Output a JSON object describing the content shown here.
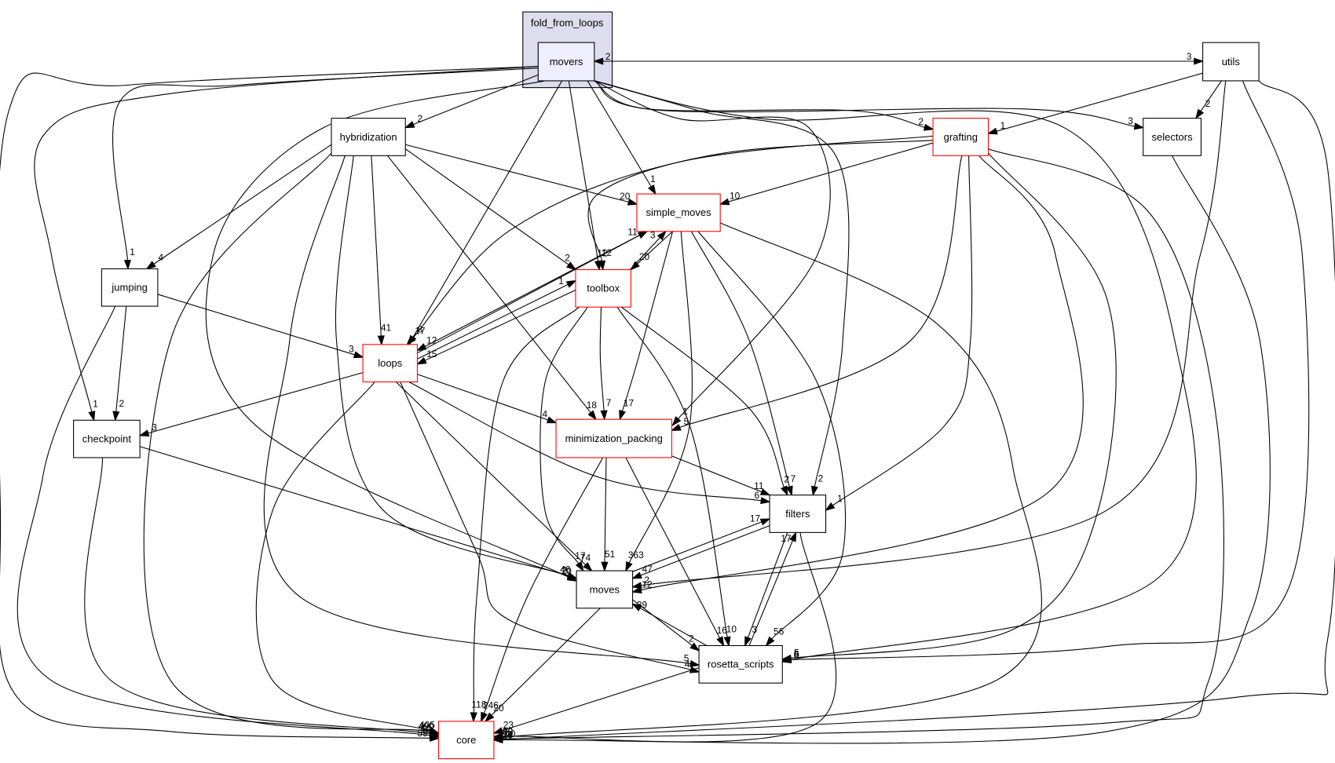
{
  "title": "fold_from_loops",
  "colors": {
    "cluster_fill": "#ddddee",
    "focus_fill": "#eeeeff",
    "red_border": "#ff0000",
    "black": "#000000"
  },
  "cluster": {
    "label": "fold_from_loops"
  },
  "nodes": {
    "movers": {
      "label": "movers",
      "border": "black",
      "focus": true
    },
    "utils": {
      "label": "utils",
      "border": "black"
    },
    "hybridization": {
      "label": "hybridization",
      "border": "black"
    },
    "grafting": {
      "label": "grafting",
      "border": "red"
    },
    "selectors": {
      "label": "selectors",
      "border": "black"
    },
    "simple_moves": {
      "label": "simple_moves",
      "border": "red"
    },
    "jumping": {
      "label": "jumping",
      "border": "black"
    },
    "toolbox": {
      "label": "toolbox",
      "border": "red"
    },
    "loops": {
      "label": "loops",
      "border": "red"
    },
    "checkpoint": {
      "label": "checkpoint",
      "border": "black"
    },
    "minimization_packing": {
      "label": "minimization_packing",
      "border": "red"
    },
    "filters": {
      "label": "filters",
      "border": "black"
    },
    "moves": {
      "label": "moves",
      "border": "black"
    },
    "rosetta_scripts": {
      "label": "rosetta_scripts",
      "border": "black"
    },
    "core": {
      "label": "core",
      "border": "red"
    }
  },
  "edges": [
    {
      "from": "movers",
      "to": "utils",
      "label": "3"
    },
    {
      "from": "utils",
      "to": "movers",
      "label": "2"
    },
    {
      "from": "movers",
      "to": "hybridization",
      "label": "2"
    },
    {
      "from": "movers",
      "to": "grafting",
      "label": "2"
    },
    {
      "from": "movers",
      "to": "selectors",
      "label": "3"
    },
    {
      "from": "movers",
      "to": "simple_moves",
      "label": "1"
    },
    {
      "from": "movers",
      "to": "jumping",
      "label": "1"
    },
    {
      "from": "movers",
      "to": "toolbox",
      "label": "12"
    },
    {
      "from": "movers",
      "to": "loops",
      "label": "8"
    },
    {
      "from": "movers",
      "to": "checkpoint",
      "label": "1"
    },
    {
      "from": "movers",
      "to": "minimization_packing",
      "label": "1"
    },
    {
      "from": "movers",
      "to": "filters",
      "label": "2"
    },
    {
      "from": "movers",
      "to": "moves",
      "label": "20"
    },
    {
      "from": "movers",
      "to": "rosetta_scripts",
      "label": "5"
    },
    {
      "from": "movers",
      "to": "core",
      "label": "597"
    },
    {
      "from": "utils",
      "to": "grafting",
      "label": "1"
    },
    {
      "from": "utils",
      "to": "selectors",
      "label": "2"
    },
    {
      "from": "utils",
      "to": "moves",
      "label": "2"
    },
    {
      "from": "utils",
      "to": "rosetta_scripts",
      "label": "6"
    },
    {
      "from": "utils",
      "to": "core",
      "label": "11"
    },
    {
      "from": "hybridization",
      "to": "simple_moves",
      "label": "20"
    },
    {
      "from": "hybridization",
      "to": "jumping",
      "label": "4"
    },
    {
      "from": "hybridization",
      "to": "toolbox",
      "label": "2"
    },
    {
      "from": "hybridization",
      "to": "loops",
      "label": "41"
    },
    {
      "from": "hybridization",
      "to": "minimization_packing",
      "label": "18"
    },
    {
      "from": "hybridization",
      "to": "moves",
      "label": "46"
    },
    {
      "from": "hybridization",
      "to": "rosetta_scripts",
      "label": "5"
    },
    {
      "from": "hybridization",
      "to": "core",
      "label": "490"
    },
    {
      "from": "grafting",
      "to": "simple_moves",
      "label": "10"
    },
    {
      "from": "grafting",
      "to": "toolbox",
      "label": "12"
    },
    {
      "from": "grafting",
      "to": "loops",
      "label": "17"
    },
    {
      "from": "grafting",
      "to": "minimization_packing",
      "label": "5"
    },
    {
      "from": "grafting",
      "to": "filters",
      "label": "1"
    },
    {
      "from": "grafting",
      "to": "moves",
      "label": "12"
    },
    {
      "from": "grafting",
      "to": "rosetta_scripts",
      "label": "5"
    },
    {
      "from": "grafting",
      "to": "core",
      "label": "140"
    },
    {
      "from": "selectors",
      "to": "core",
      "label": "20"
    },
    {
      "from": "simple_moves",
      "to": "toolbox",
      "label": "20"
    },
    {
      "from": "simple_moves",
      "to": "loops",
      "label": "12"
    },
    {
      "from": "simple_moves",
      "to": "minimization_packing",
      "label": "17"
    },
    {
      "from": "simple_moves",
      "to": "filters",
      "label": "7"
    },
    {
      "from": "simple_moves",
      "to": "moves",
      "label": "363"
    },
    {
      "from": "simple_moves",
      "to": "rosetta_scripts",
      "label": "56"
    },
    {
      "from": "simple_moves",
      "to": "core",
      "label": "93"
    },
    {
      "from": "toolbox",
      "to": "simple_moves",
      "label": "3"
    },
    {
      "from": "toolbox",
      "to": "loops",
      "label": "15"
    },
    {
      "from": "toolbox",
      "to": "minimization_packing",
      "label": "7"
    },
    {
      "from": "toolbox",
      "to": "filters",
      "label": "2"
    },
    {
      "from": "toolbox",
      "to": "moves",
      "label": "17"
    },
    {
      "from": "toolbox",
      "to": "rosetta_scripts",
      "label": "10"
    },
    {
      "from": "toolbox",
      "to": "core",
      "label": "118"
    },
    {
      "from": "loops",
      "to": "simple_moves",
      "label": "11"
    },
    {
      "from": "loops",
      "to": "toolbox",
      "label": "1"
    },
    {
      "from": "loops",
      "to": "checkpoint",
      "label": "3"
    },
    {
      "from": "loops",
      "to": "minimization_packing",
      "label": "4"
    },
    {
      "from": "loops",
      "to": "filters",
      "label": "6"
    },
    {
      "from": "loops",
      "to": "moves",
      "label": "74"
    },
    {
      "from": "loops",
      "to": "rosetta_scripts",
      "label": "4"
    },
    {
      "from": "loops",
      "to": "core",
      "label": "405"
    },
    {
      "from": "jumping",
      "to": "loops",
      "label": "3"
    },
    {
      "from": "jumping",
      "to": "checkpoint",
      "label": "2"
    },
    {
      "from": "jumping",
      "to": "core",
      "label": "56"
    },
    {
      "from": "checkpoint",
      "to": "moves",
      "label": "2"
    },
    {
      "from": "checkpoint",
      "to": "core",
      "label": "10"
    },
    {
      "from": "minimization_packing",
      "to": "filters",
      "label": "11"
    },
    {
      "from": "minimization_packing",
      "to": "moves",
      "label": "51"
    },
    {
      "from": "minimization_packing",
      "to": "rosetta_scripts",
      "label": "16"
    },
    {
      "from": "minimization_packing",
      "to": "core",
      "label": "246"
    },
    {
      "from": "filters",
      "to": "moves",
      "label": "47"
    },
    {
      "from": "filters",
      "to": "rosetta_scripts",
      "label": "3"
    },
    {
      "from": "filters",
      "to": "core",
      "label": "30"
    },
    {
      "from": "moves",
      "to": "filters",
      "label": "17"
    },
    {
      "from": "moves",
      "to": "rosetta_scripts",
      "label": "2"
    },
    {
      "from": "moves",
      "to": "core",
      "label": "20"
    },
    {
      "from": "rosetta_scripts",
      "to": "filters",
      "label": "17"
    },
    {
      "from": "rosetta_scripts",
      "to": "moves",
      "label": "39"
    },
    {
      "from": "rosetta_scripts",
      "to": "core",
      "label": "23"
    }
  ]
}
